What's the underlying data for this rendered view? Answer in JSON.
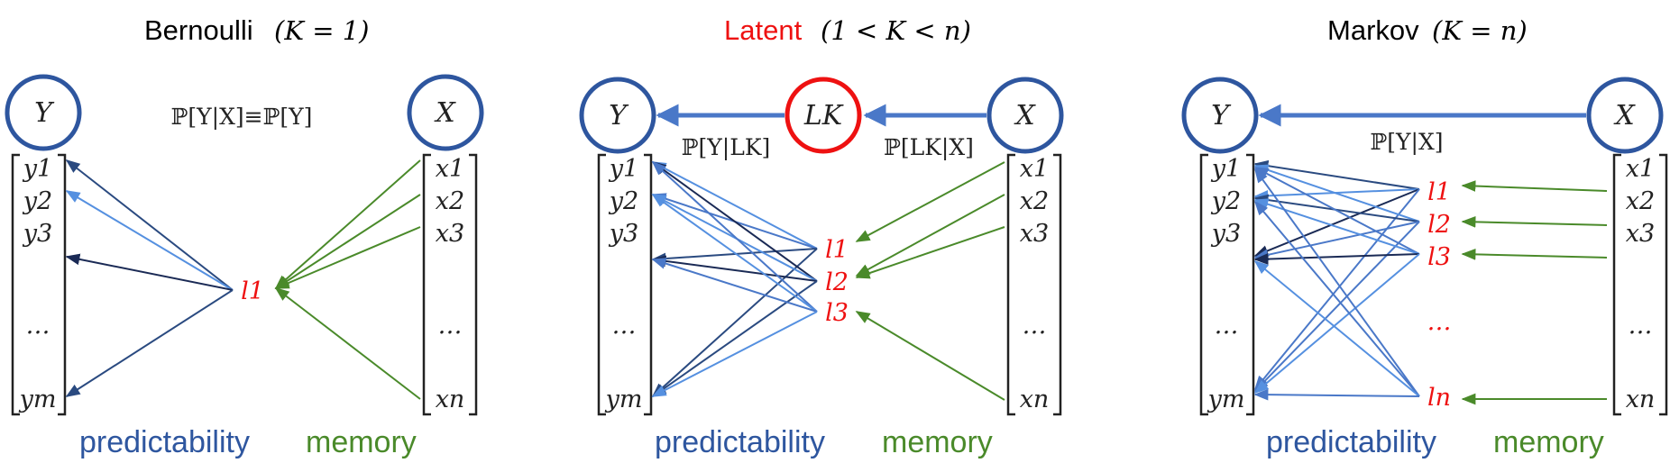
{
  "panels": [
    {
      "id": "bernoulli",
      "title_word": "Bernoulli",
      "title_math": "(K = 1)",
      "title_color": "#000000",
      "node_y": "Y",
      "node_x": "X",
      "middle_label": "ℙ[Y|X]≡ℙ[Y]",
      "y_vector": [
        "y1",
        "y2",
        "y3",
        "…",
        "ym"
      ],
      "x_vector": [
        "x1",
        "x2",
        "x3",
        "…",
        "xn"
      ],
      "latents": [
        "l1"
      ],
      "predictability_label": "predictability",
      "memory_label": "memory"
    },
    {
      "id": "latent",
      "title_word": "Latent",
      "title_math": "(1 < K < n)",
      "title_color": "#ee1111",
      "node_y": "Y",
      "node_l": "LK",
      "node_x": "X",
      "left_prob": "ℙ[Y|LK]",
      "right_prob": "ℙ[LK|X]",
      "y_vector": [
        "y1",
        "y2",
        "y3",
        "…",
        "ym"
      ],
      "x_vector": [
        "x1",
        "x2",
        "x3",
        "…",
        "xn"
      ],
      "latents": [
        "l1",
        "l2",
        "l3"
      ],
      "predictability_label": "predictability",
      "memory_label": "memory"
    },
    {
      "id": "markov",
      "title_word": "Markov",
      "title_math": "(K = n)",
      "title_color": "#000000",
      "node_y": "Y",
      "node_x": "X",
      "prob": "ℙ[Y|X]",
      "y_vector": [
        "y1",
        "y2",
        "y3",
        "…",
        "ym"
      ],
      "x_vector": [
        "x1",
        "x2",
        "x3",
        "…",
        "xn"
      ],
      "latents": [
        "l1",
        "l2",
        "l3",
        "…",
        "ln"
      ],
      "predictability_label": "predictability",
      "memory_label": "memory"
    }
  ],
  "colors": {
    "node_blue": "#2e569f",
    "node_red": "#ee1111",
    "arrow_blue": "#4a78c8",
    "dark_blue": "#2a4a80",
    "navy": "#1a2a55",
    "light_blue": "#5590e0",
    "green": "#4a8a2a",
    "latent_red": "#ee1111"
  }
}
